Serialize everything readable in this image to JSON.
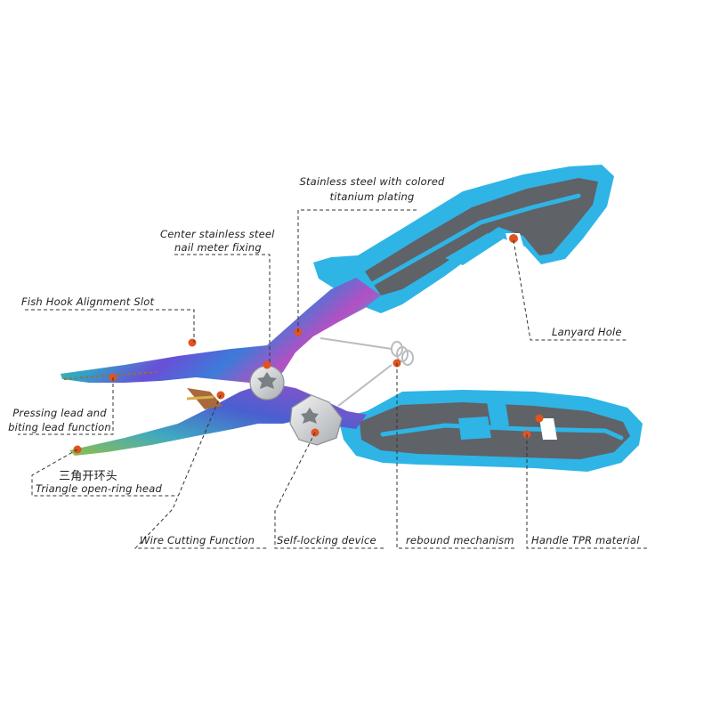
{
  "colors": {
    "handle_blue": "#2fb4e6",
    "handle_gray": "#5f6267",
    "marker_orange": "#e2531f",
    "leader_line": "#333333",
    "steel": "#cfd3d6"
  },
  "labels": {
    "stainless_plating": [
      "Stainless steel with colored",
      "titanium plating"
    ],
    "center_nail": [
      "Center stainless steel",
      "nail meter fixing"
    ],
    "fish_hook_slot": "Fish Hook Alignment Slot",
    "lanyard_hole": "Lanyard Hole",
    "pressing_lead": [
      "Pressing lead and",
      "biting lead function"
    ],
    "triangle_cn": "三角开环头",
    "triangle_en": "Triangle open-ring head",
    "wire_cutting": "Wire Cutting Function",
    "self_locking": "Self-locking device",
    "rebound": "rebound mechanism",
    "handle_tpr": "Handle TPR material"
  }
}
